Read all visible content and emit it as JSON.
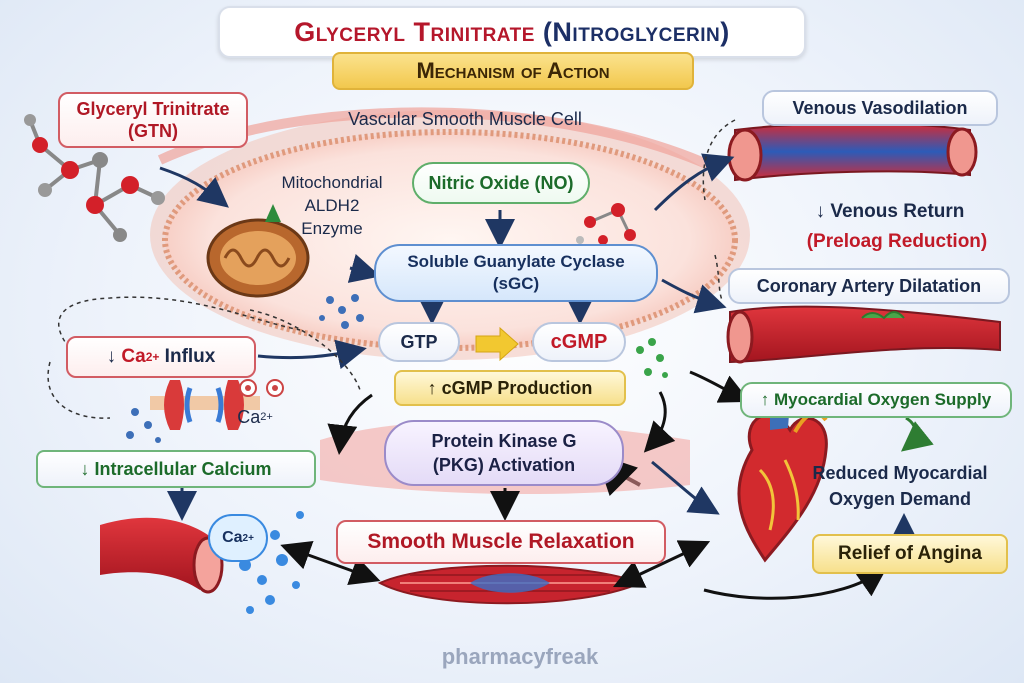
{
  "title": {
    "part1": "Glyceryl Trinitrate",
    "part2": "(Nitroglycerin)"
  },
  "subtitle": "Mechanism of Action",
  "nodes": {
    "gtn": {
      "line1": "Glyceryl Trinitrate",
      "line2": "(GTN)"
    },
    "cell_label": "Vascular Smooth Muscle Cell",
    "aldh2": {
      "line1": "Mitochondrial",
      "line2": "ALDH2",
      "line3": "Enzyme"
    },
    "no": "Nitric Oxide (NO)",
    "sgc": {
      "line1": "Soluble Guanylate Cyclase",
      "line2": "(sGC)"
    },
    "gtp": "GTP",
    "cgmp": "cGMP",
    "cgmp_production": "↑ cGMP Production",
    "ca_influx": {
      "arrow": "↓",
      "ion": "Ca",
      "charge": "2+",
      "text": " Influx"
    },
    "ca_channel_label": {
      "ion": "Ca",
      "charge": "2+"
    },
    "intracellular_calcium": "↓ Intracellular Calcium",
    "ca_bubble": {
      "ion": "Ca",
      "charge": "2+"
    },
    "pkg": {
      "line1": "Protein Kinase G",
      "line2": "(PKG) Activation"
    },
    "relaxation": "Smooth Muscle Relaxation",
    "venous_vasodilation": "Venous Vasodilation",
    "venous_return": "↓ Venous Return",
    "preload_reduction": "(Preloag Reduction)",
    "coronary_dilatation": "Coronary Artery Dilatation",
    "oxygen_supply": "↑ Myocardial Oxygen Supply",
    "oxygen_demand": {
      "line1": "Reduced Myocardial",
      "line2": "Oxygen Demand"
    },
    "angina_relief": "Relief of Angina"
  },
  "watermark": "pharmacyfreak",
  "colors": {
    "title_red": "#b5172b",
    "title_navy": "#1c2f66",
    "accent_yellow": "#f2c84d",
    "green": "#2e8b3c",
    "vessel_red": "#c8242e",
    "arrow_navy": "#1f3763"
  },
  "icons": [
    "gtn-molecule-icon",
    "mitochondrion-icon",
    "no-molecule-icon",
    "calcium-channel-icon",
    "vein-icon",
    "artery-icon",
    "heart-icon",
    "muscle-fiber-icon"
  ]
}
